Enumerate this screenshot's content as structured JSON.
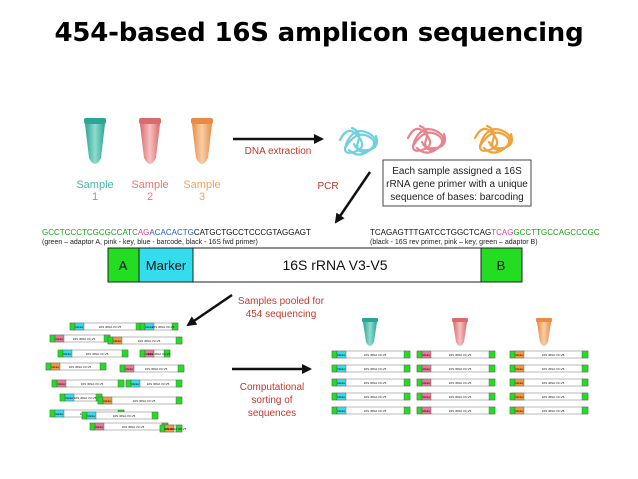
{
  "title": "454-based 16S amplicon sequencing",
  "samples": [
    {
      "name": "Sample",
      "number": "1",
      "color": "#46b8a8"
    },
    {
      "name": "Sample",
      "number": "2",
      "color": "#e2787a"
    },
    {
      "name": "Sample",
      "number": "3",
      "color": "#f0a062"
    }
  ],
  "steps": {
    "dna_extraction": "DNA extraction",
    "pcr": "PCR",
    "pooled_line1": "Samples pooled for",
    "pooled_line2": "454 sequencing",
    "sorting_line1": "Computational",
    "sorting_line2": "sorting of",
    "sorting_line3": "sequences"
  },
  "note_box": {
    "line1": "Each sample assigned a 16S",
    "line2": "rRNA gene primer with a unique",
    "line3": "sequence of bases: barcoding"
  },
  "primers": {
    "forward": {
      "segments": [
        {
          "text": "GCCTCCCTCGCGCCATC",
          "color": "#1aa01a"
        },
        {
          "text": "AG",
          "color": "#e0409a"
        },
        {
          "text": "ACACACTG",
          "color": "#2060d0"
        },
        {
          "text": "CATGCTGCCTCCCGTAGGAGT",
          "color": "#111111"
        }
      ],
      "caption": "(green – adaptor A, pink - key, blue - barcode, black - 16S fwd primer)"
    },
    "reverse": {
      "segments": [
        {
          "text": "TCAGAGTTTGATCCTGGCTCAG",
          "color": "#111111"
        },
        {
          "text": "TCAG",
          "color": "#e0409a"
        },
        {
          "text": "GCCTTGCCAGCCCGC",
          "color": "#1aa01a"
        }
      ],
      "caption": "(black - 16S rev primer, pink – key, green – adaptor B)"
    }
  },
  "construct": {
    "a_label": "A",
    "marker_label": "Marker",
    "region_label": "16S rRNA V3-V5",
    "b_label": "B"
  },
  "mini_read": {
    "marker": "Marker",
    "region": "16S rRNA V3-V5"
  },
  "colors": {
    "adaptor": "#22dd22",
    "marker": "#33ddee",
    "pink": "#e77a95",
    "orange": "#f59a3a",
    "arrow": "#111111"
  }
}
